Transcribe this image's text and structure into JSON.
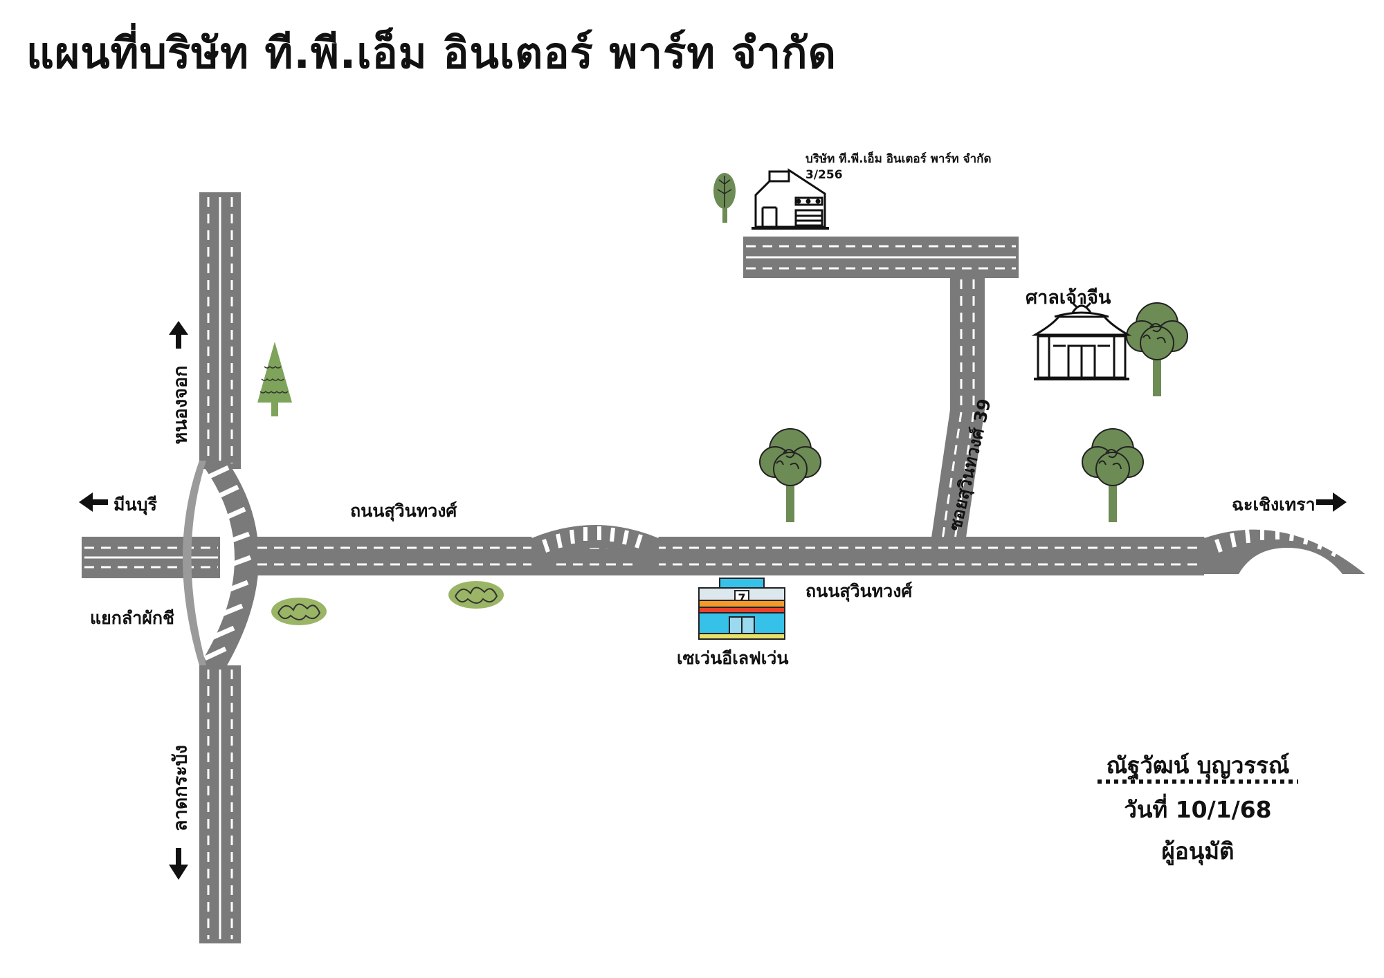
{
  "title": "แผนที่บริษัท ที.พี.เอ็ม อินเตอร์ พาร์ท จำกัด",
  "company": {
    "name": "บริษัท ที.พี.เอ็ม อินเตอร์ พาร์ท จำกัด",
    "address": "3/256"
  },
  "labels": {
    "road_west": "ถนนสุวินทวงศ์",
    "road_east": "ถนนสุวินทวงศ์",
    "soi": "ซอยสุวินทวงศ์ 39",
    "shrine": "ศาลเจ้าจีน",
    "seven_eleven": "เซเว่นอีเลฟเว่น",
    "intersection": "แยกลำผักชี",
    "direction_north": "หนองจอก",
    "direction_south": "ลาดกระบัง",
    "direction_west": "มีนบุรี",
    "direction_east": "ฉะเชิงเทรา"
  },
  "signature": {
    "name": "ณัฐวัฒน์ บุญวรรณ์",
    "date": "วันที่ 10/1/68",
    "role": "ผู้อนุมัติ"
  },
  "colors": {
    "road": "#7a7a7a",
    "lane_marking": "#ffffff",
    "tree_green": "#6d8b55",
    "bush_green": "#9bb566",
    "pine_green": "#7ea35a",
    "store_blue": "#36c1e8",
    "store_orange": "#f39a2a",
    "store_red": "#e8432e"
  },
  "icons": [
    "office-building-icon",
    "chinese-shrine-icon",
    "convenience-store-icon",
    "tree-icon",
    "pine-tree-icon",
    "bush-icon",
    "arrow-up-icon",
    "arrow-down-icon",
    "arrow-left-icon",
    "arrow-right-icon"
  ]
}
